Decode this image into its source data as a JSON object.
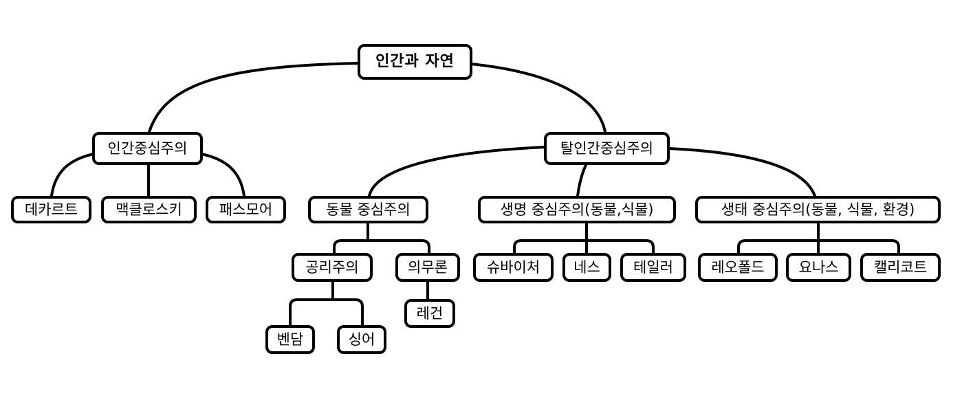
{
  "diagram": {
    "root": "인간과 자연",
    "anthropocentrism": {
      "label": "인간중심주의",
      "children": [
        "데카르트",
        "맥클로스키",
        "패스모어"
      ]
    },
    "non_anthropocentrism": {
      "label": "탈인간중심주의",
      "animal": {
        "label": "동물 중심주의",
        "utilitarianism": {
          "label": "공리주의",
          "children": [
            "벤담",
            "싱어"
          ]
        },
        "deontology": {
          "label": "의무론",
          "children": [
            "레건"
          ]
        }
      },
      "life": {
        "label": "생명 중심주의(동물,식물)",
        "children": [
          "슈바이처",
          "네스",
          "테일러"
        ]
      },
      "eco": {
        "label": "생태 중심주의(동물, 식물, 환경)",
        "children": [
          "레오폴드",
          "요나스",
          "캘리코트"
        ]
      }
    }
  }
}
